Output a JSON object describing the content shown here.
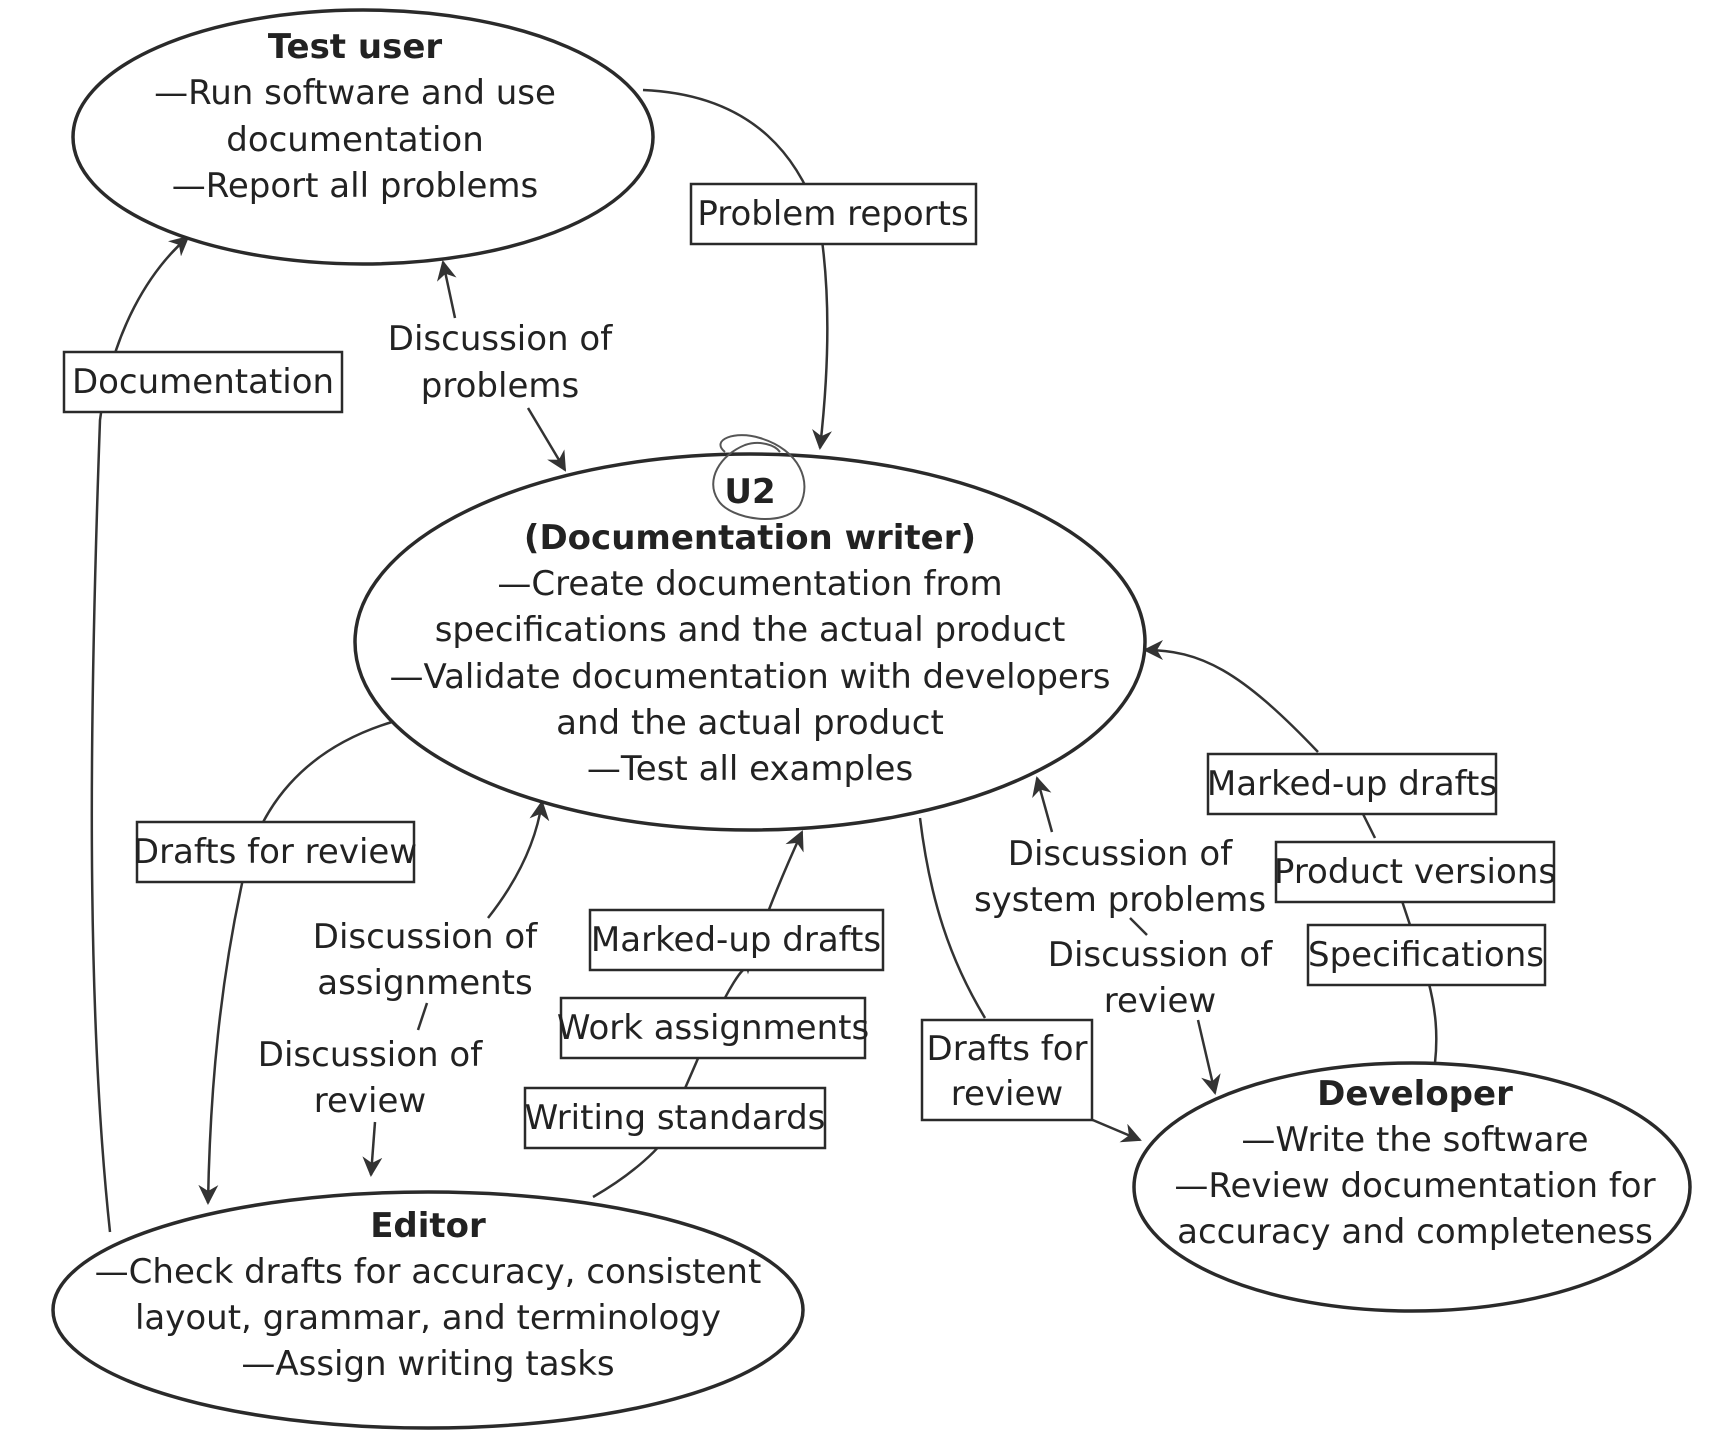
{
  "colors": {
    "ink": "#222222",
    "background": "#ffffff"
  },
  "nodes": {
    "test_user": {
      "title": "Test user",
      "lines": [
        "—Run software and use",
        "documentation",
        "—Report all problems"
      ]
    },
    "writer": {
      "id_label": "U2",
      "title": "(Documentation writer)",
      "lines": [
        "—Create documentation from",
        "specifications and the actual product",
        "—Validate documentation with developers",
        "and the actual product",
        "—Test all examples"
      ]
    },
    "editor": {
      "title": "Editor",
      "lines": [
        "—Check drafts for accuracy, consistent",
        "layout, grammar, and terminology",
        "—Assign writing tasks"
      ]
    },
    "developer": {
      "title": "Developer",
      "lines": [
        "—Write the software",
        "—Review documentation for",
        "accuracy and completeness"
      ]
    }
  },
  "boxes": {
    "problem_reports": "Problem reports",
    "documentation": "Documentation",
    "drafts_for_review_editor": "Drafts for review",
    "marked_up_drafts_editor": "Marked-up drafts",
    "work_assignments": "Work assignments",
    "writing_standards": "Writing standards",
    "drafts_for_review_dev": [
      "Drafts for",
      "review"
    ],
    "marked_up_drafts_dev": "Marked-up drafts",
    "product_versions": "Product versions",
    "specifications": "Specifications"
  },
  "free_labels": {
    "discussion_of_problems": [
      "Discussion of",
      "problems"
    ],
    "discussion_of_assignments": [
      "Discussion of",
      "assignments"
    ],
    "discussion_of_review_editor": [
      "Discussion of",
      "review"
    ],
    "discussion_of_system_problems": [
      "Discussion of",
      "system problems"
    ],
    "discussion_of_review_dev": [
      "Discussion of",
      "review"
    ]
  }
}
